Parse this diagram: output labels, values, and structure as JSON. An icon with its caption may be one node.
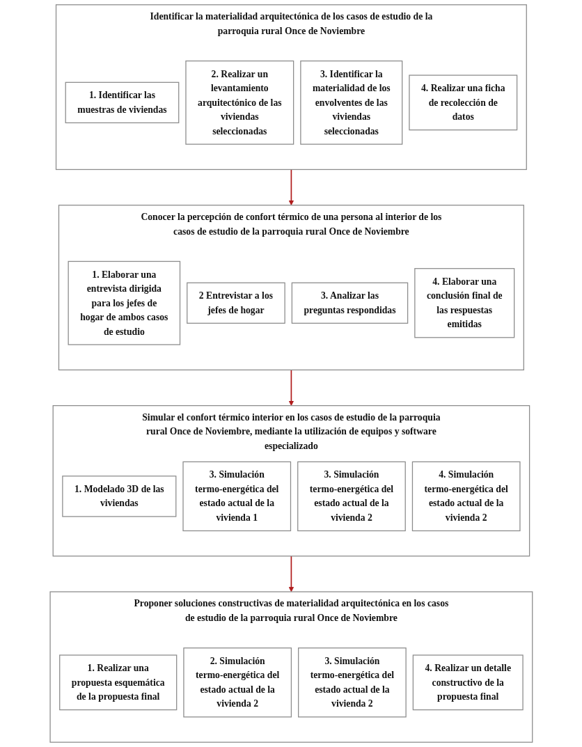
{
  "diagram": {
    "nodes": [
      {
        "text": [
          "Identificar la materialidad arquitectónica de los casos de estudio de la parroquia rural Once de Noviembre"
        ]
      },
      {
        "text": [
          "1. Identificar las muestras de viviendas"
        ],
        "in": 0
      },
      {
        "text": [
          "2. Realizar un levantamiento arquitectónico de las viviendas seleccionadas"
        ],
        "in": 0
      },
      {
        "text": [
          "3. Identificar la materialidad de los envolventes de las viviendas seleccionadas"
        ],
        "in": 0
      },
      {
        "text": [
          "4. Realizar una ficha de recolección de datos"
        ],
        "in": 0
      },
      {
        "text": [
          "Conocer la percepción de confort térmico de una persona al interior de los casos de estudio de la parroquia rural Once de Noviembre"
        ]
      },
      {
        "text": [
          "1. Elaborar una entrevista dirigida para los jefes de hogar de ambos casos de estudio"
        ],
        "in": 5
      },
      {
        "text": [
          "2 Entrevistar a los jefes de hogar"
        ],
        "in": 5
      },
      {
        "text": [
          "3. Analizar las preguntas respondidas"
        ],
        "in": 5
      },
      {
        "text": [
          "4. Elaborar una conclusión final de las respuestas emitidas"
        ],
        "in": 5
      },
      {
        "text": [
          "Simular el confort térmico interior en los casos de estudio de la parroquia rural Once de Noviembre, mediante la utilización de equipos y software especializado"
        ]
      },
      {
        "text": [
          "1. Modelado 3D de las viviendas"
        ],
        "in": 10
      },
      {
        "text": [
          "3. Simulación termo-energética del estado actual de la vivienda 1"
        ],
        "in": 10
      },
      {
        "text": [
          "3. Simulación termo-energética del estado actual de la vivienda 2"
        ],
        "in": 10
      },
      {
        "text": [
          "4. Simulación termo-energética del estado actual de la vivienda 2"
        ],
        "in": 10
      },
      {
        "text": [
          "Proponer soluciones constructivas de materialidad arquitectónica en los casos de estudio de la parroquia rural Once de Noviembre"
        ]
      },
      {
        "text": [
          "1. Realizar una propuesta esquemática de la propuesta final"
        ],
        "in": 15
      },
      {
        "text": [
          "2. Simulación termo-energética del estado actual de la vivienda 2"
        ],
        "in": 15
      },
      {
        "text": [
          "3. Simulación termo-energética del estado actual de la vivienda 2"
        ],
        "in": 15
      },
      {
        "text": [
          "4. Realizar un detalle constructivo de la propuesta final"
        ],
        "in": 15
      }
    ],
    "edges": [
      {
        "from": 0,
        "to": 5,
        "arrow": "to"
      },
      {
        "from": 5,
        "to": 10,
        "arrow": "to"
      },
      {
        "from": 10,
        "to": 15,
        "arrow": "to"
      }
    ]
  }
}
